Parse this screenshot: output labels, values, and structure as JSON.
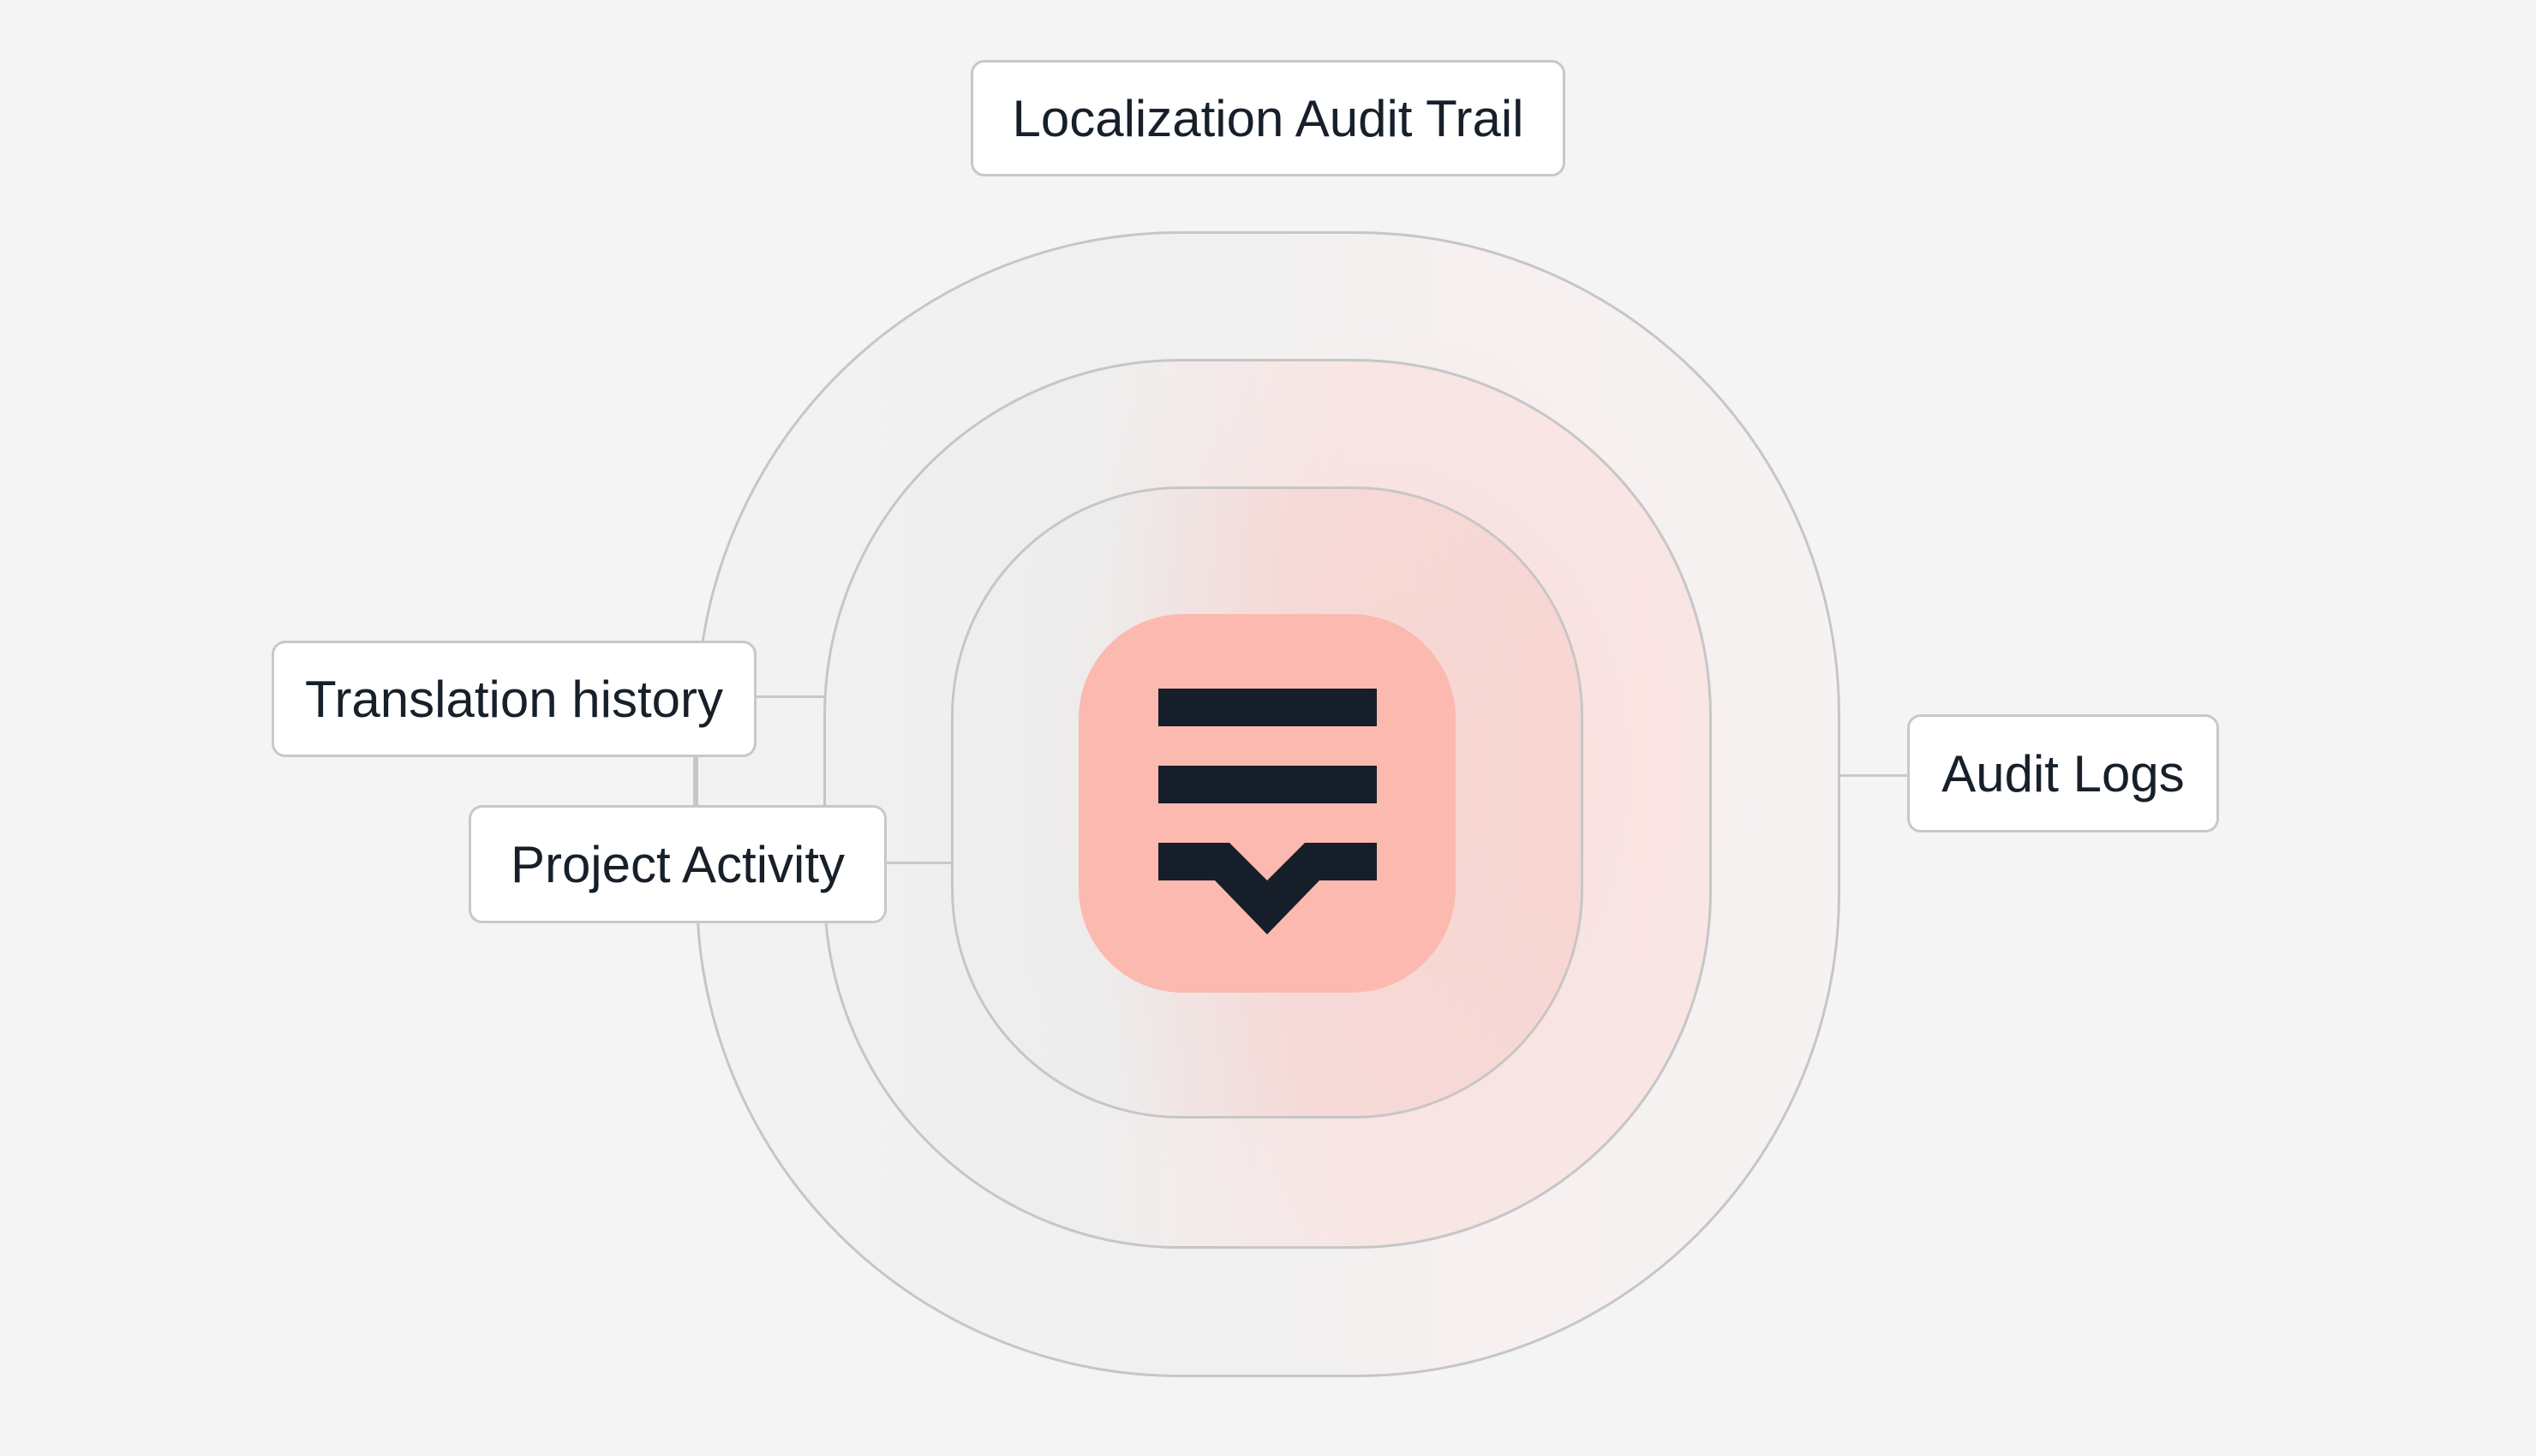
{
  "diagram": {
    "title": "Localization Audit Trail",
    "center_icon": "audit-list-icon",
    "rings": [
      {
        "name": "inner",
        "label": "Project Activity"
      },
      {
        "name": "middle",
        "label": "Translation history"
      },
      {
        "name": "outer",
        "label": "Audit Logs"
      }
    ],
    "labels": {
      "translation_history": "Translation history",
      "project_activity": "Project Activity",
      "audit_logs": "Audit Logs"
    },
    "colors": {
      "background": "#f4f4f4",
      "icon_background": "#fbb9b0",
      "icon_foreground": "#161f29",
      "ring_border": "#c6c6c6",
      "text": "#17202a"
    }
  }
}
